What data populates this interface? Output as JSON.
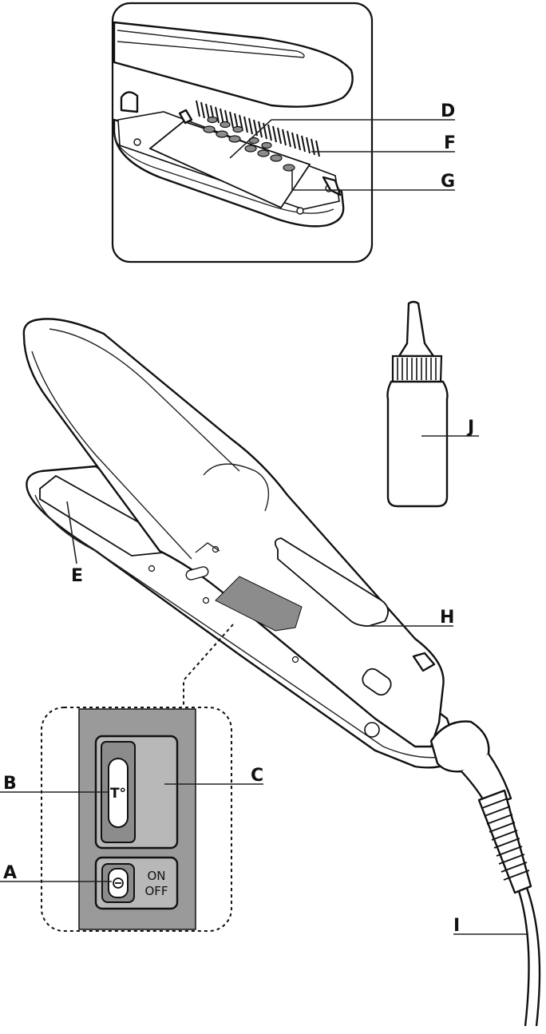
{
  "labels": {
    "A": "A",
    "B": "B",
    "C": "C",
    "D": "D",
    "E": "E",
    "F": "F",
    "G": "G",
    "H": "H",
    "I": "I",
    "J": "J"
  },
  "switch_panel": {
    "temp_label": "T°",
    "on_label": "ON",
    "off_label": "OFF"
  },
  "colors": {
    "panel_grey": "#9a9a9a",
    "control_grey": "#b8b8b8",
    "plate_grey": "#8c8c8c",
    "outline": "#111111"
  }
}
